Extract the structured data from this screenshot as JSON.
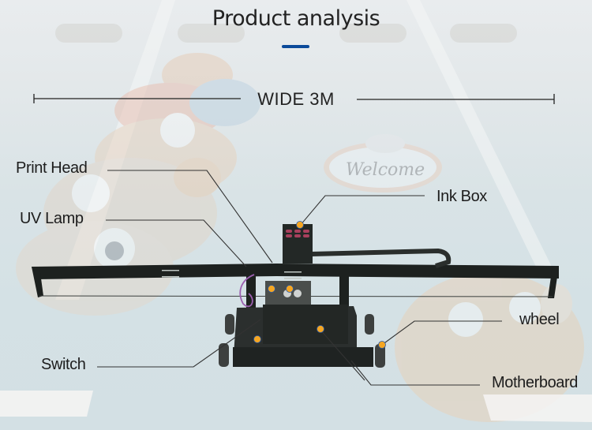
{
  "page": {
    "title": "Product analysis",
    "accent_color": "#0b4a9a"
  },
  "dimension": {
    "label": "WIDE 3M"
  },
  "background": {
    "sign_text": "Welcome"
  },
  "callouts": [
    {
      "id": "print-head",
      "label": "Print Head"
    },
    {
      "id": "uv-lamp",
      "label": "UV Lamp"
    },
    {
      "id": "ink-box",
      "label": "Ink Box"
    },
    {
      "id": "wheel",
      "label": "wheel"
    },
    {
      "id": "switch",
      "label": "Switch"
    },
    {
      "id": "motherboard",
      "label": "Motherboard"
    }
  ],
  "marker_color": "#f5a623"
}
